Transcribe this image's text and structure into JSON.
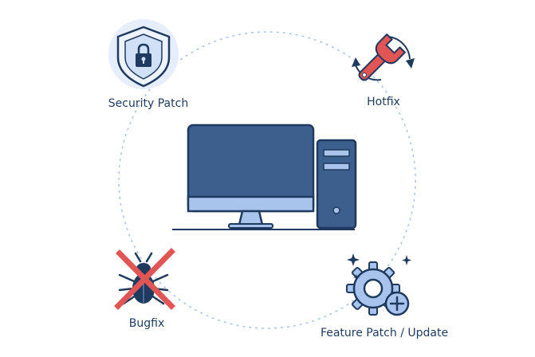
{
  "diagram": {
    "nodes": [
      {
        "id": "security",
        "label": "Security Patch",
        "icon": "shield-lock-icon"
      },
      {
        "id": "hotfix",
        "label": "Hotfix",
        "icon": "wrench-cycle-icon"
      },
      {
        "id": "bugfix",
        "label": "Bugfix",
        "icon": "crossed-bug-icon"
      },
      {
        "id": "feature",
        "label": "Feature Patch / Update",
        "icon": "gear-plus-icon"
      }
    ],
    "center": {
      "icon": "desktop-computer-icon"
    },
    "colors": {
      "navy": "#1f3a5f",
      "monitor": "#3d5f8e",
      "light_blue": "#a9c4ec",
      "circle": "#a8c4e4",
      "red": "#e25555",
      "shield_bg": "#e6eefb"
    }
  }
}
